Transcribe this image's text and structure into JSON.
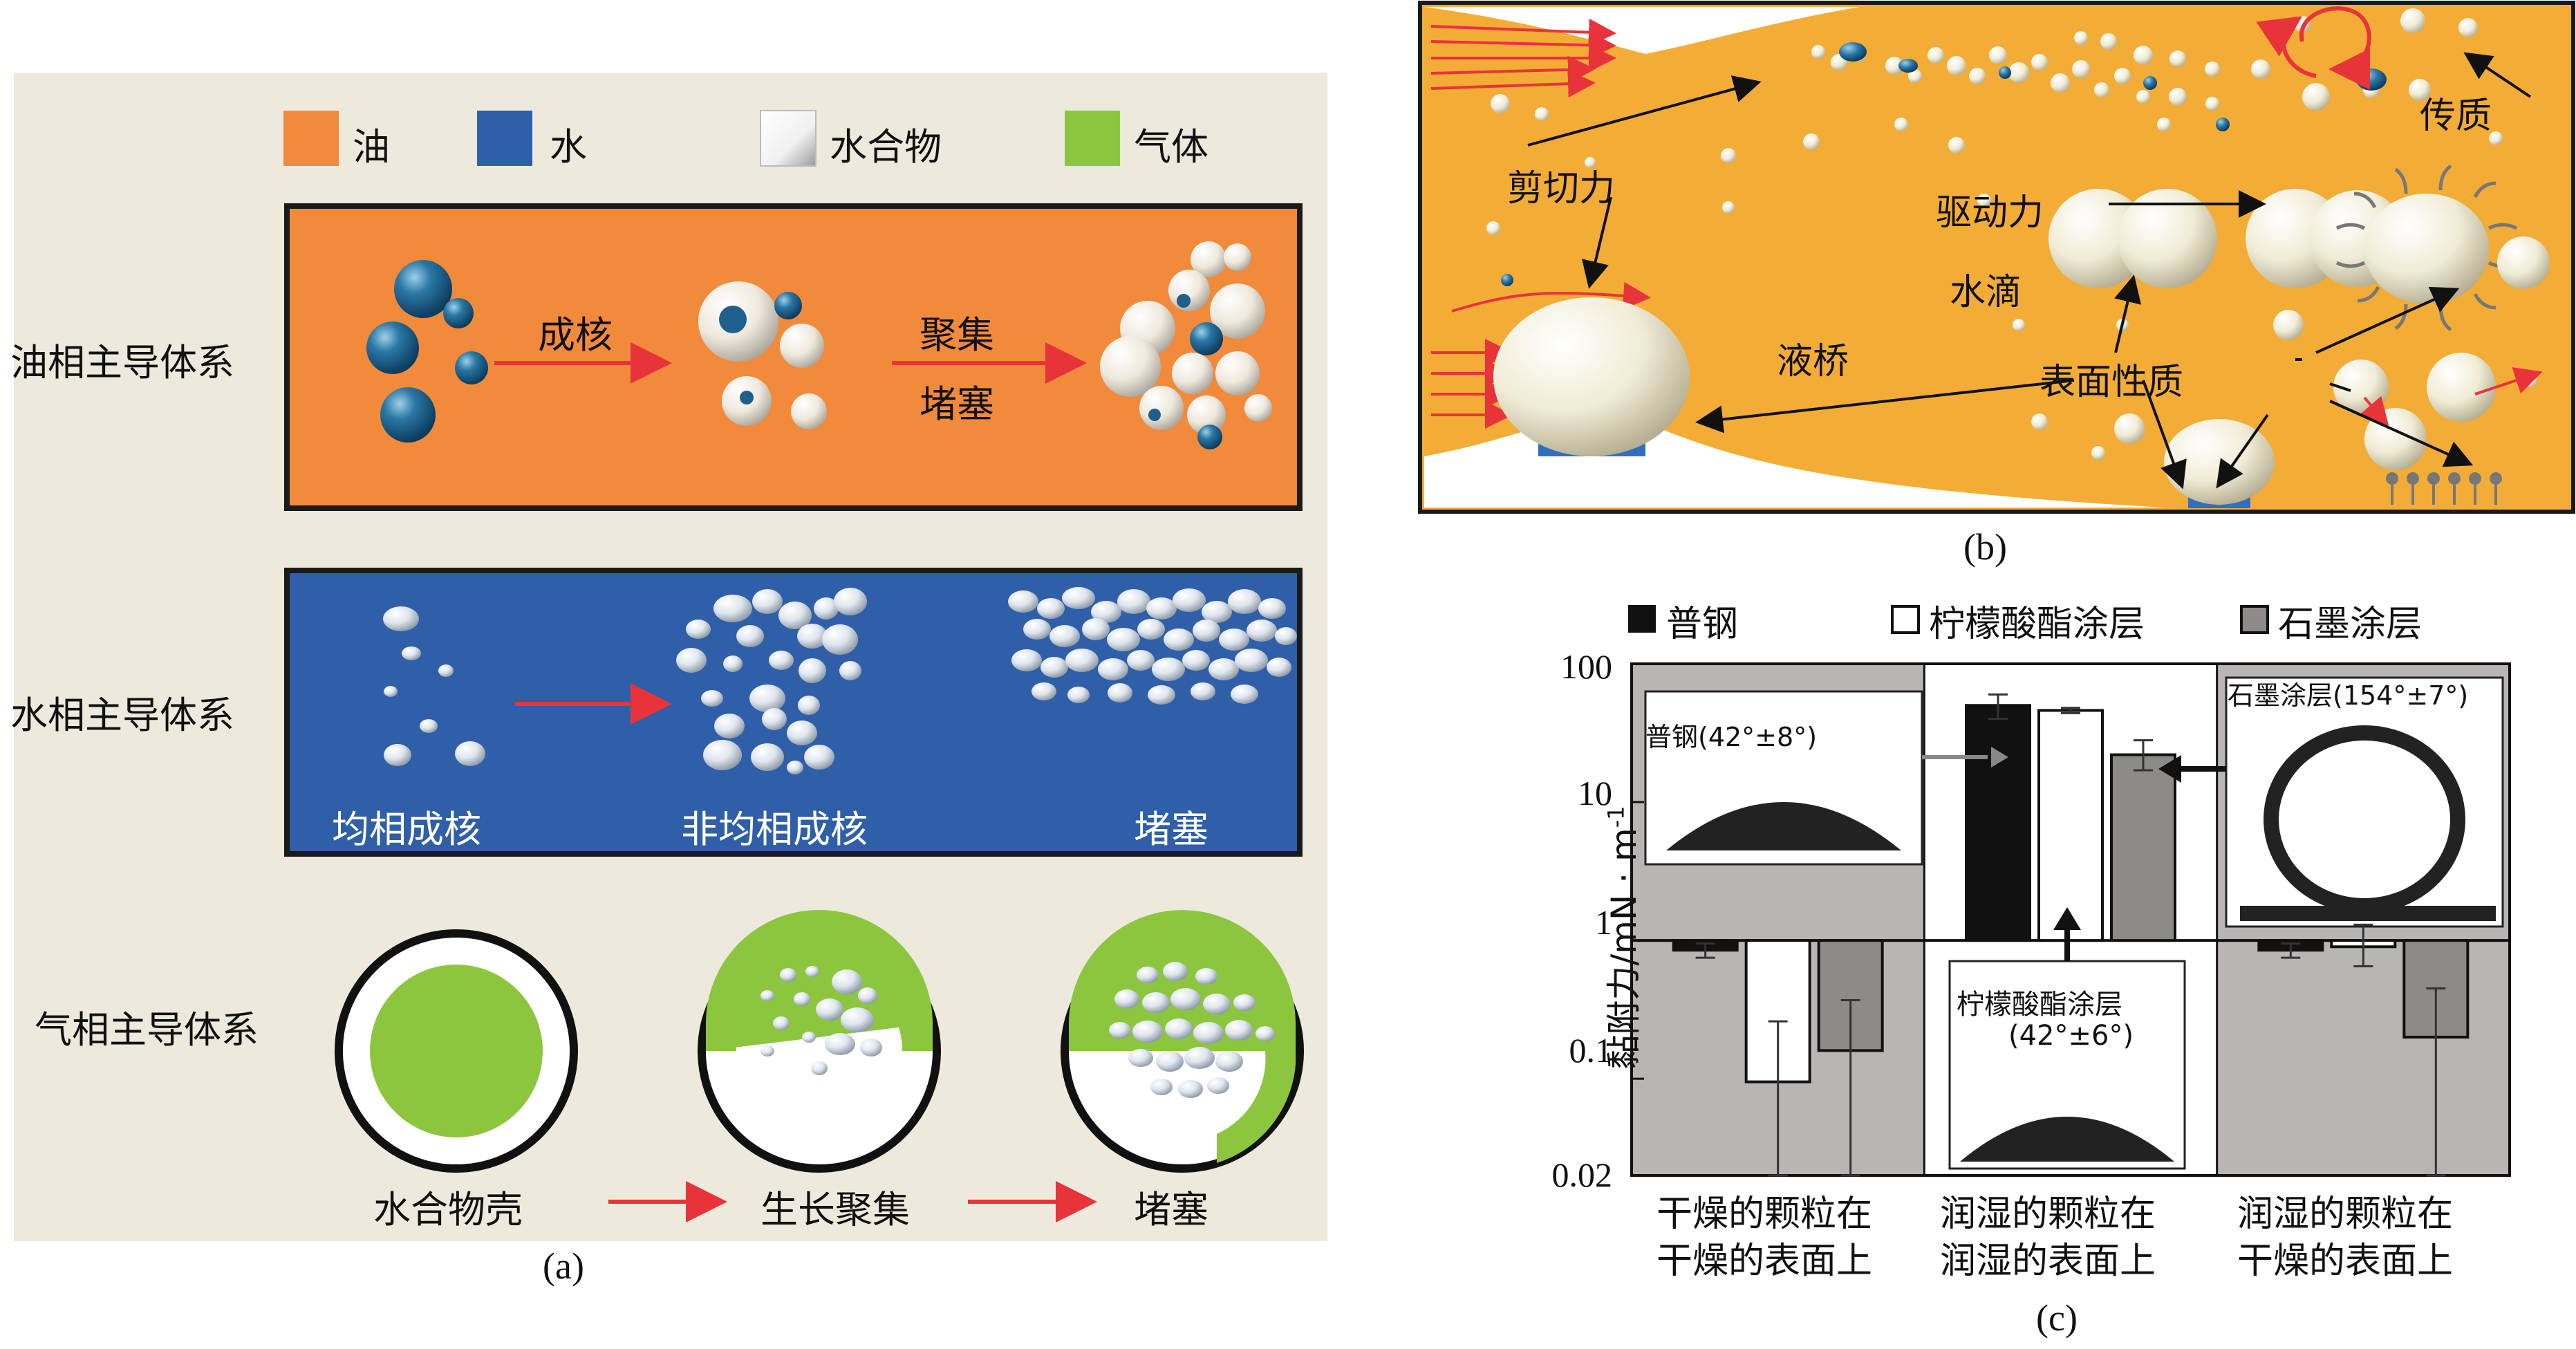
{
  "panel_a": {
    "caption": "(a)",
    "legend": [
      {
        "label": "油",
        "color": "#f28a3c"
      },
      {
        "label": "水",
        "color": "#2f5fa8"
      },
      {
        "label": "水合物",
        "color": "#f2f2f2"
      },
      {
        "label": "气体",
        "color": "#8cc63f"
      }
    ],
    "oil": {
      "label": "油相主导体系",
      "step1": "成核",
      "step2a": "聚集",
      "step2b": "堵塞"
    },
    "water": {
      "label": "水相主导体系",
      "stage1": "均相成核",
      "stage2": "非均相成核",
      "stage3": "堵塞"
    },
    "gas": {
      "label": "气相主导体系",
      "stage1": "水合物壳",
      "stage2": "生长聚集",
      "stage3": "堵塞"
    }
  },
  "panel_b": {
    "caption": "(b)",
    "labels": {
      "shear": "剪切力",
      "drive": "驱动力",
      "droplet": "水滴",
      "bridge": "液桥",
      "surface": "表面性质",
      "mass": "传质"
    }
  },
  "panel_c": {
    "caption": "(c)",
    "legend": [
      "普钢",
      "柠檬酸酯涂层",
      "石墨涂层"
    ],
    "ylabel": "黏附力/mN · m",
    "ylabel_sup": "-1",
    "inset_steel": "普钢(42°±8°)",
    "inset_graphite": "石墨涂层(154°±7°)",
    "inset_citrate_1": "柠檬酸酯涂层",
    "inset_citrate_2": "(42°±6°)",
    "group_labels": [
      [
        "干燥的颗粒在",
        "干燥的表面上"
      ],
      [
        "润湿的颗粒在",
        "润湿的表面上"
      ],
      [
        "润湿的颗粒在",
        "干燥的表面上"
      ]
    ]
  },
  "chart_data": {
    "type": "bar",
    "ylabel": "黏附力/mN · m-1",
    "yscale": "log",
    "ylim": [
      0.02,
      100
    ],
    "yticks": [
      "100",
      "10",
      "1",
      "0.1",
      "0.02"
    ],
    "categories": [
      "干燥的颗粒在干燥的表面上",
      "润湿的颗粒在润湿的表面上",
      "润湿的颗粒在干燥的表面上"
    ],
    "series": [
      {
        "name": "普钢",
        "color": "#111111",
        "values": [
          0.85,
          50,
          0.85
        ],
        "err_low": [
          0.75,
          40,
          0.75
        ],
        "err_high": [
          0.95,
          60,
          0.95
        ]
      },
      {
        "name": "柠檬酸酯涂层",
        "color": "#ffffff",
        "values": [
          0.095,
          46,
          0.9
        ],
        "err_low": [
          0.02,
          44,
          0.65
        ],
        "err_high": [
          0.26,
          48,
          1.3
        ]
      },
      {
        "name": "石墨涂层",
        "color": "#8e8a8a",
        "values": [
          0.16,
          22,
          0.2
        ],
        "err_low": [
          0.02,
          17,
          0.02
        ],
        "err_high": [
          0.37,
          28,
          0.45
        ]
      }
    ]
  }
}
